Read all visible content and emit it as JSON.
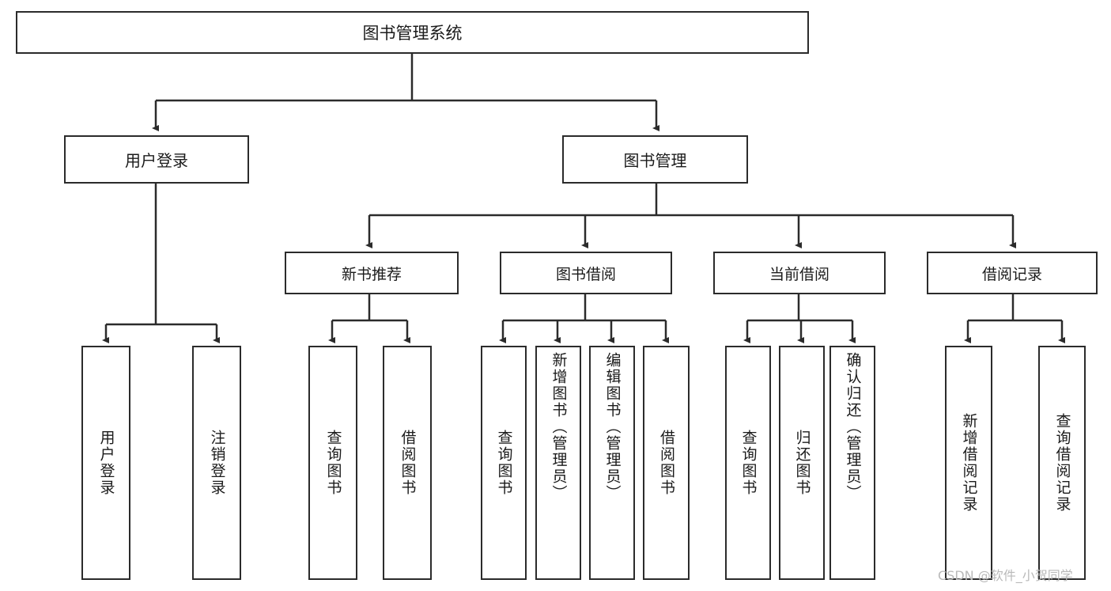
{
  "diagram": {
    "title": "图书管理系统",
    "watermark": "CSDN @软件_小贺同学",
    "colors": {
      "box_border": "#2b2b2b",
      "box_fill": "#ffffff",
      "edge": "#2b2b2b",
      "text": "#1b1b1b",
      "watermark": "#b9b9b9"
    },
    "root": {
      "label": "图书管理系统"
    },
    "level2": [
      {
        "label": "用户登录"
      },
      {
        "label": "图书管理"
      }
    ],
    "level3": [
      {
        "label": "新书推荐"
      },
      {
        "label": "图书借阅"
      },
      {
        "label": "当前借阅"
      },
      {
        "label": "借阅记录"
      }
    ],
    "leaves": {
      "user_login": [
        {
          "label": "用户登录"
        },
        {
          "label": "注销登录"
        }
      ],
      "new_book_recommend": [
        {
          "label": "查询图书"
        },
        {
          "label": "借阅图书"
        }
      ],
      "book_borrow": [
        {
          "label": "查询图书"
        },
        {
          "label": "新增图书（管理员）"
        },
        {
          "label": "编辑图书（管理员）"
        },
        {
          "label": "借阅图书"
        }
      ],
      "current_borrow": [
        {
          "label": "查询图书"
        },
        {
          "label": "归还图书"
        },
        {
          "label": "确认归还（管理员）"
        }
      ],
      "borrow_record": [
        {
          "label": "新增借阅记录"
        },
        {
          "label": "查询借阅记录"
        }
      ]
    }
  }
}
